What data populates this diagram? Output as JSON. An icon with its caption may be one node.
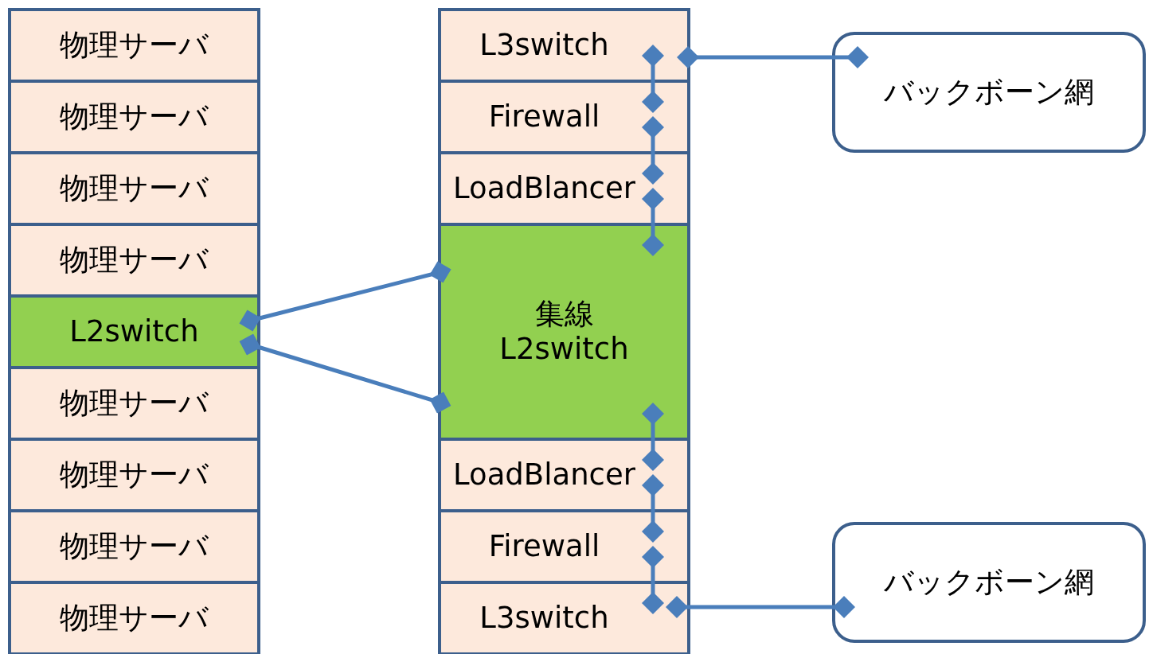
{
  "diagram": {
    "nodes": [
      {
        "text": [
          "物理サーバ"
        ]
      },
      {
        "text": [
          "物理サーバ"
        ]
      },
      {
        "text": [
          "物理サーバ"
        ]
      },
      {
        "text": [
          "物理サーバ"
        ]
      },
      {
        "text": [
          "L2switch"
        ]
      },
      {
        "text": [
          "物理サーバ"
        ]
      },
      {
        "text": [
          "物理サーバ"
        ]
      },
      {
        "text": [
          "物理サーバ"
        ]
      },
      {
        "text": [
          "物理サーバ"
        ]
      },
      {
        "text": [
          "L3switch"
        ]
      },
      {
        "text": [
          "Firewall"
        ]
      },
      {
        "text": [
          "LoadBlancer"
        ]
      },
      {
        "text": [
          "集線 L2switch"
        ]
      },
      {
        "text": [
          "LoadBlancer"
        ]
      },
      {
        "text": [
          "Firewall"
        ]
      },
      {
        "text": [
          "L3switch"
        ]
      },
      {
        "text": [
          "バックボーン網"
        ]
      },
      {
        "text": [
          "バックボーン網"
        ]
      }
    ],
    "edges": [
      {
        "from": 4,
        "to": 12,
        "arrow": "other"
      },
      {
        "from": 4,
        "to": 12,
        "arrow": "other"
      },
      {
        "from": 9,
        "to": 10,
        "arrow": "other"
      },
      {
        "from": 10,
        "to": 11,
        "arrow": "other"
      },
      {
        "from": 11,
        "to": 12,
        "arrow": "other"
      },
      {
        "from": 12,
        "to": 13,
        "arrow": "other"
      },
      {
        "from": 13,
        "to": 14,
        "arrow": "other"
      },
      {
        "from": 14,
        "to": 15,
        "arrow": "other"
      },
      {
        "from": 9,
        "to": 16,
        "arrow": "other"
      },
      {
        "from": 15,
        "to": 17,
        "arrow": "other"
      }
    ]
  }
}
